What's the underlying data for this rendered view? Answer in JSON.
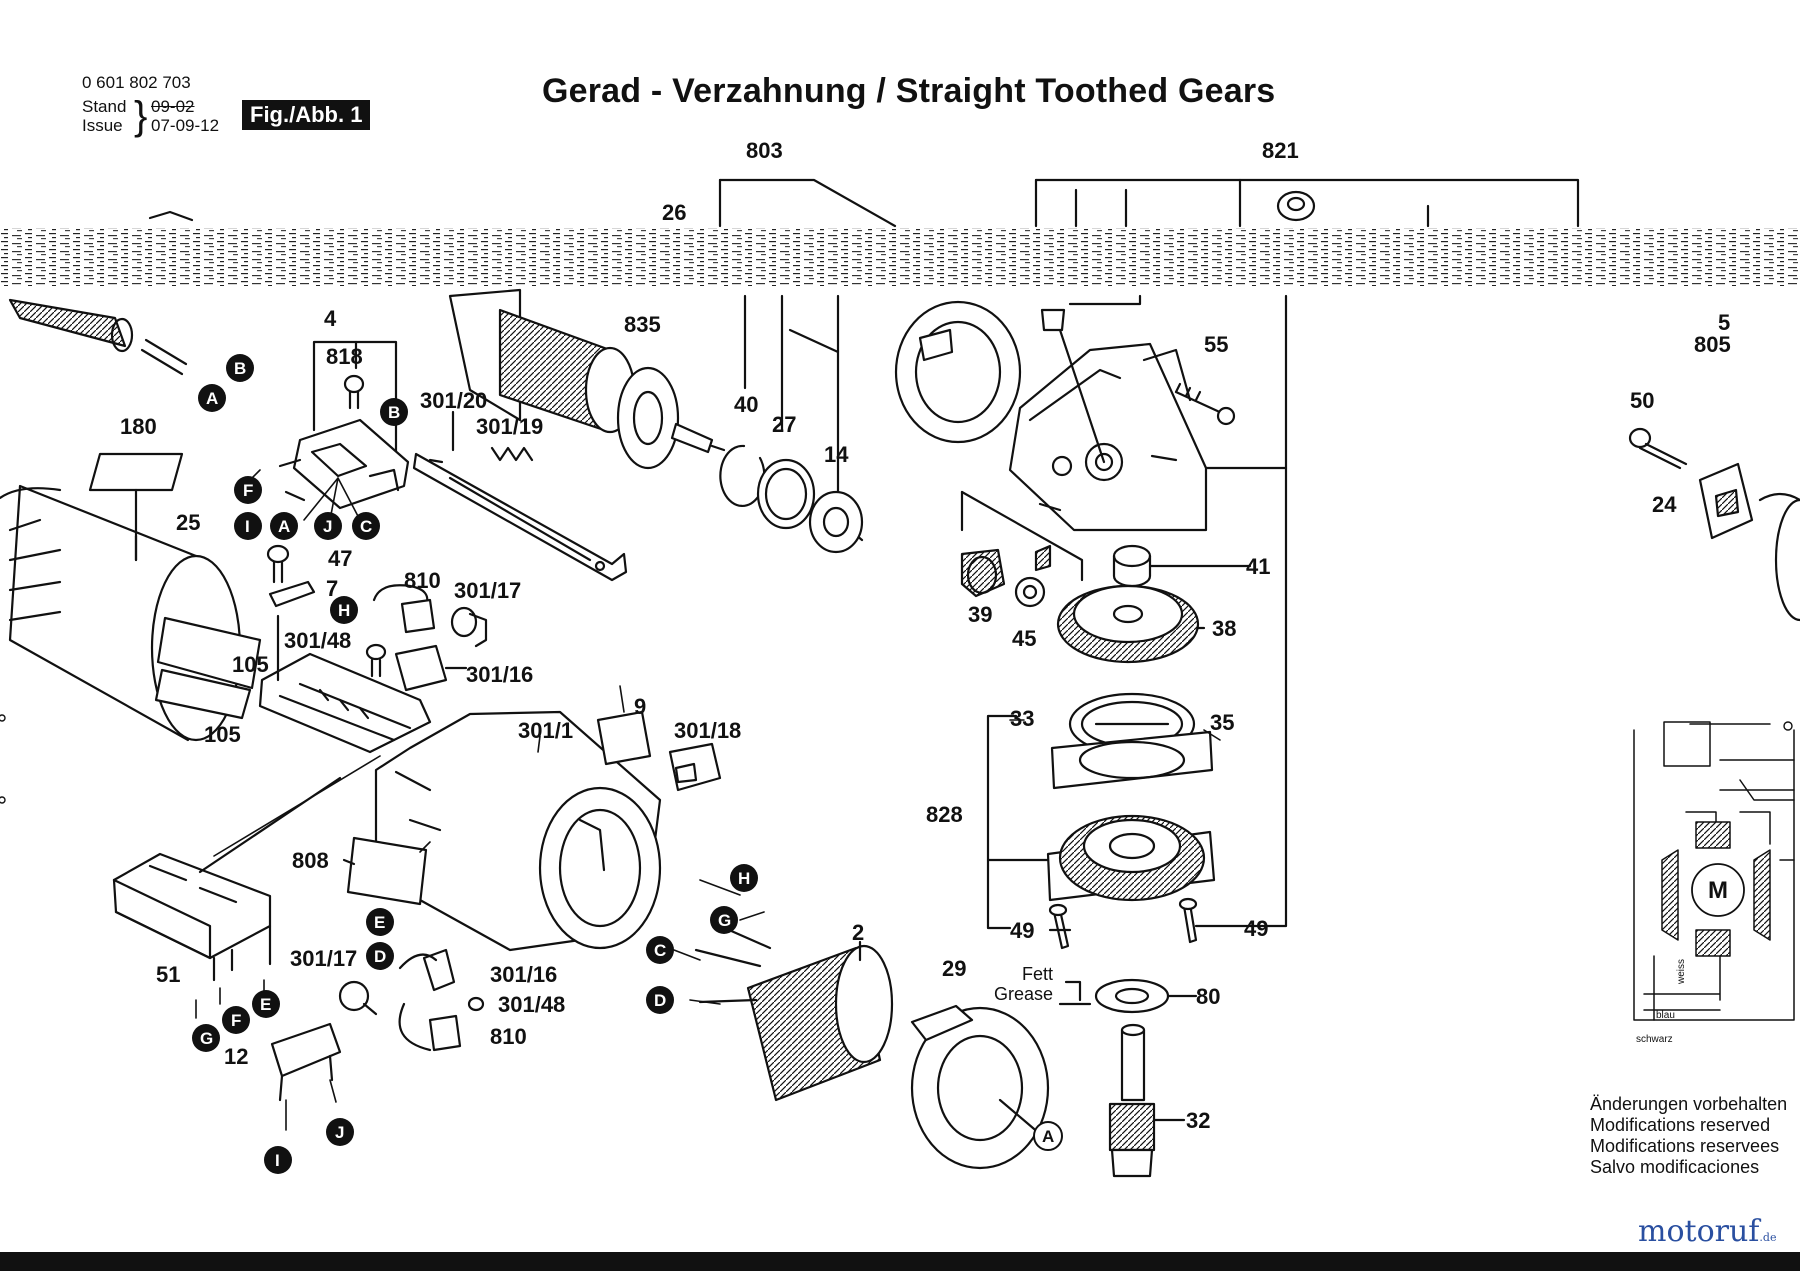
{
  "header": {
    "part_number": "0 601 802 703",
    "stand_label": "Stand",
    "stand_value": "09-02",
    "issue_label": "Issue",
    "issue_value": "07-09-12",
    "fig_label": "Fig./Abb. 1",
    "title": "Gerad - Verzahnung / Straight Toothed Gears"
  },
  "callouts": {
    "c803": "803",
    "c821": "821",
    "c26": "26",
    "c835": "835",
    "c4": "4",
    "c818": "818",
    "c40": "40",
    "c27": "27",
    "c14": "14",
    "c55": "55",
    "c5": "5",
    "c805": "805",
    "c50": "50",
    "c24": "24",
    "c301_20": "301/20",
    "c301_19": "301/19",
    "c180": "180",
    "c25": "25",
    "c47": "47",
    "c7": "7",
    "c810a": "810",
    "c301_17a": "301/17",
    "c301_48a": "301/48",
    "c301_16a": "301/16",
    "c105a": "105",
    "c105b": "105",
    "c9": "9",
    "c301_1": "301/1",
    "c301_18": "301/18",
    "c41": "41",
    "c39": "39",
    "c45": "45",
    "c38": "38",
    "c33": "33",
    "c35": "35",
    "c828": "828",
    "c49a": "49",
    "c49b": "49",
    "c808": "808",
    "c51": "51",
    "c301_17b": "301/17",
    "c301_16b": "301/16",
    "c301_48b": "301/48",
    "c810b": "810",
    "c2": "2",
    "c29": "29",
    "c12": "12",
    "c80": "80",
    "c32": "32"
  },
  "grease": {
    "fett": "Fett",
    "grease": "Grease"
  },
  "wiring": {
    "motor": "M",
    "weiss": "weiss",
    "blau": "blau",
    "schwarz": "schwarz"
  },
  "connectors": {
    "A1": "A",
    "B1": "B",
    "B2": "B",
    "F1": "F",
    "I1": "I",
    "A2": "A",
    "J1": "J",
    "C1": "C",
    "H1": "H",
    "E1": "E",
    "D1": "D",
    "H2": "H",
    "G1": "G",
    "C2": "C",
    "D2": "D",
    "G2": "G",
    "F2": "F",
    "E2": "E",
    "I2": "I",
    "J2": "J",
    "A3": "A"
  },
  "notes": [
    "Änderungen vorbehalten",
    "Modifications reserved",
    "Modifications reservees",
    "Salvo modificaciones"
  ],
  "logo": {
    "text": "motoruf",
    "suffix": ".de"
  }
}
